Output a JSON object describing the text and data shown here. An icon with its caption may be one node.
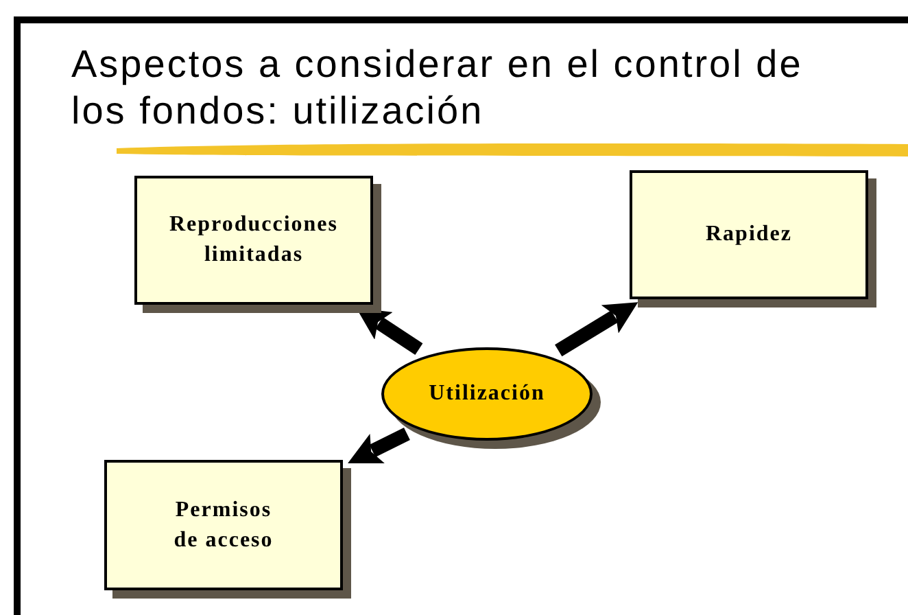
{
  "diagram": {
    "title": "Aspectos a considerar en el control de los fondos: utilización",
    "nodes": [
      {
        "text": [
          "Reproducciones limitadas"
        ]
      },
      {
        "text": [
          "Rapidez"
        ]
      },
      {
        "text": [
          "Utilización"
        ]
      },
      {
        "text": [
          "Permisos de acceso"
        ]
      }
    ],
    "edges": [
      {
        "from": 2,
        "to": 0,
        "arrow": "to"
      },
      {
        "from": 2,
        "to": 1,
        "arrow": "to"
      },
      {
        "from": 2,
        "to": 3,
        "arrow": "to"
      }
    ]
  }
}
